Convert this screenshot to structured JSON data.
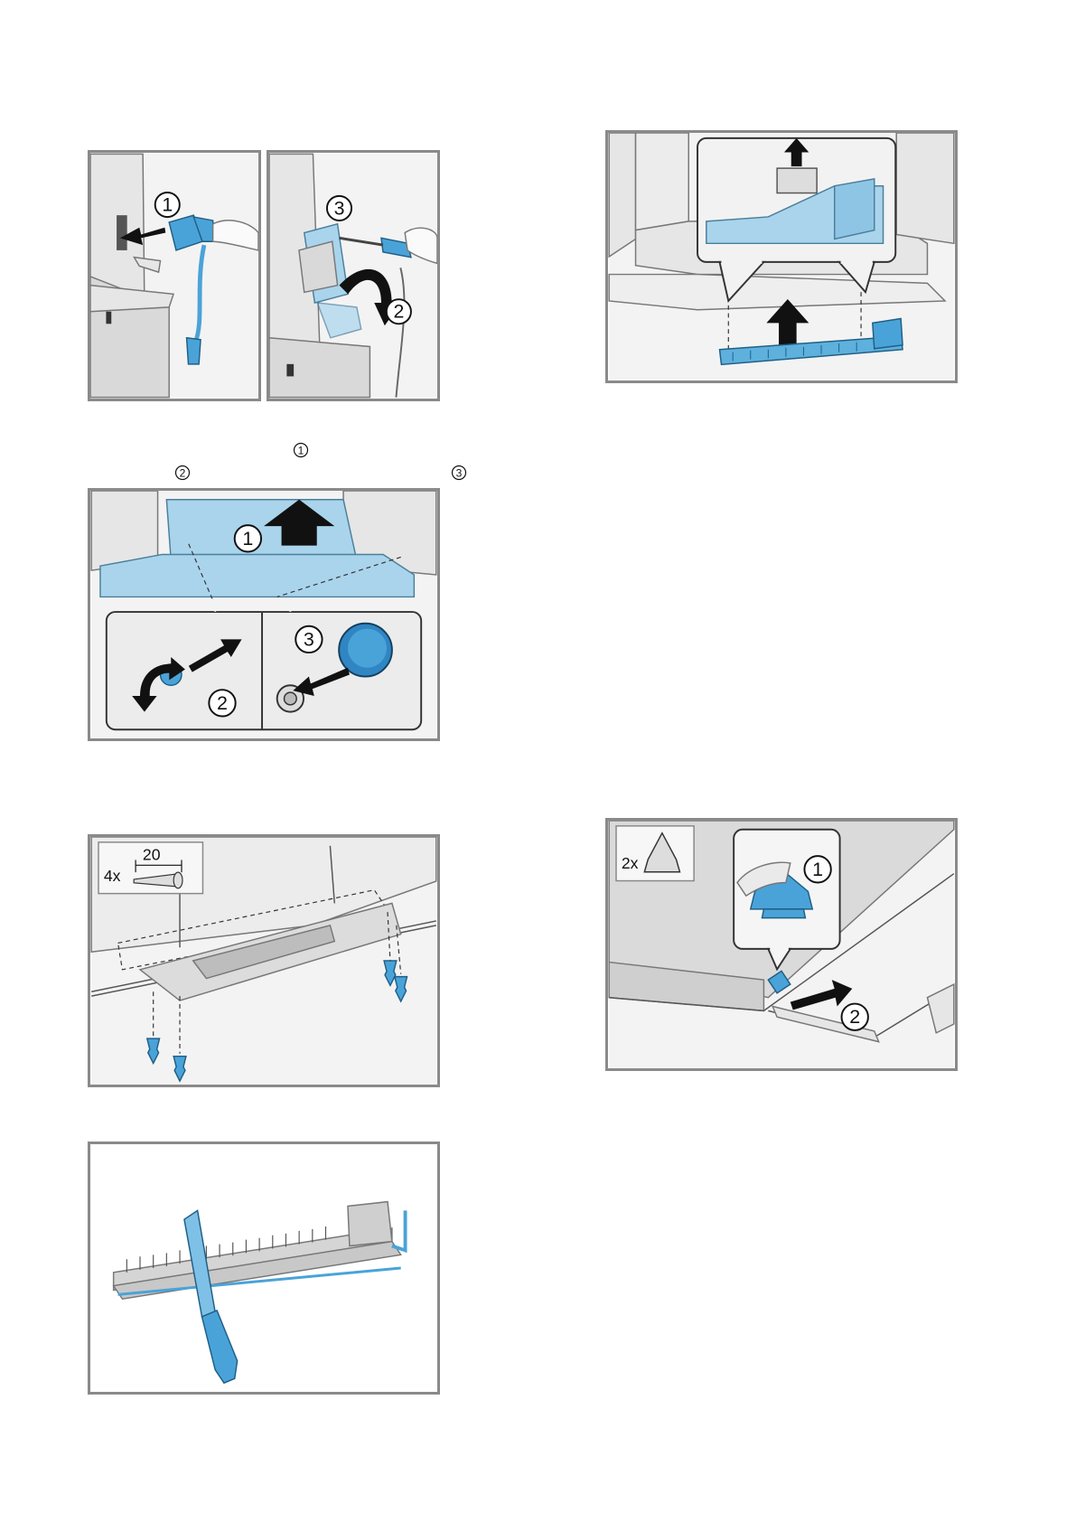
{
  "fig1": {
    "left_step": "1",
    "right_steps": [
      "3",
      "2"
    ]
  },
  "fig2": {
    "steps": [
      "1",
      "2",
      "3"
    ]
  },
  "fig3": {
    "qty": "4x",
    "dimension": "20"
  },
  "fig5": {
    "steps": [
      "1",
      "2"
    ]
  },
  "fig6": {
    "qty": "2x",
    "steps": [
      "1",
      "2"
    ]
  },
  "text_markers": [
    "1",
    "2",
    "3"
  ]
}
